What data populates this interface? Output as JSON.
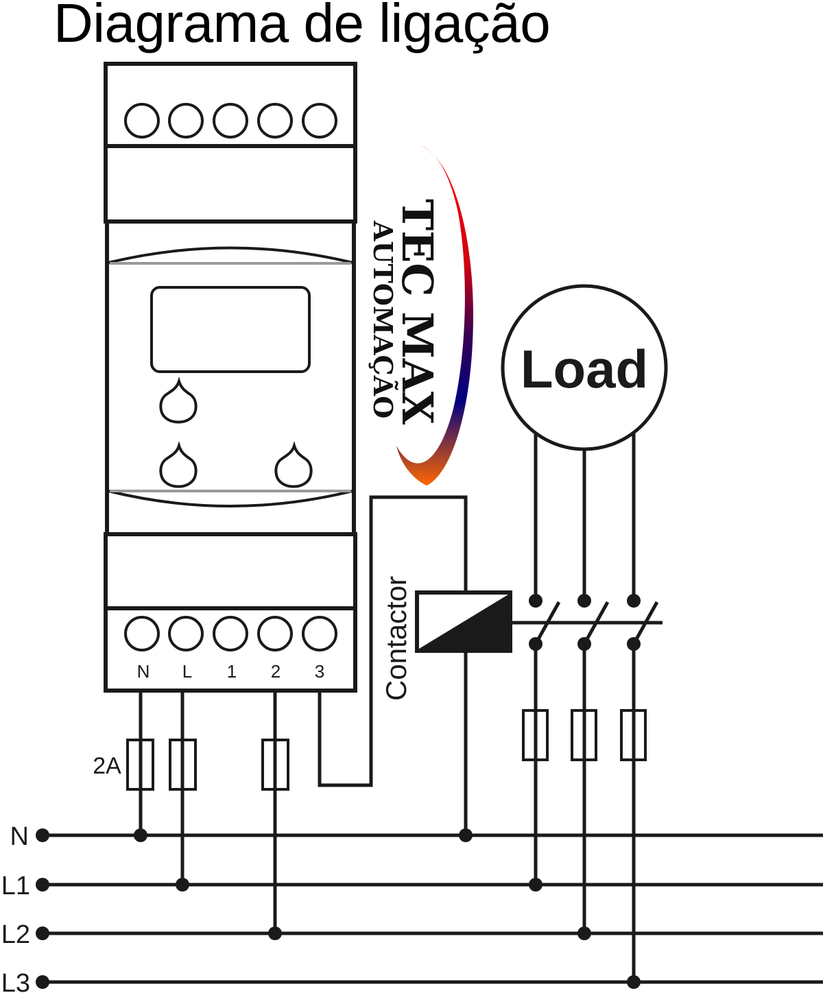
{
  "title": "Diagrama de ligação",
  "device": {
    "terminal_labels": [
      "N",
      "L",
      "1",
      "2",
      "3"
    ],
    "top_terminal_count": 5,
    "fuse_rating": "2A"
  },
  "contactor": {
    "label": "Contactor"
  },
  "load": {
    "label": "Load"
  },
  "bus_lines": [
    {
      "label": "N"
    },
    {
      "label": "L1"
    },
    {
      "label": "L2"
    },
    {
      "label": "L3"
    }
  ],
  "watermark": {
    "brand": "TEC MAX",
    "subtitle": "AUTOMAÇÃO",
    "colors": {
      "top": "#ff0000",
      "middle": "#000080",
      "bottom": "#ff6600"
    }
  },
  "colors": {
    "line": "#1a1a1a",
    "background": "#ffffff",
    "panel_shade": "#9a9a9a"
  }
}
